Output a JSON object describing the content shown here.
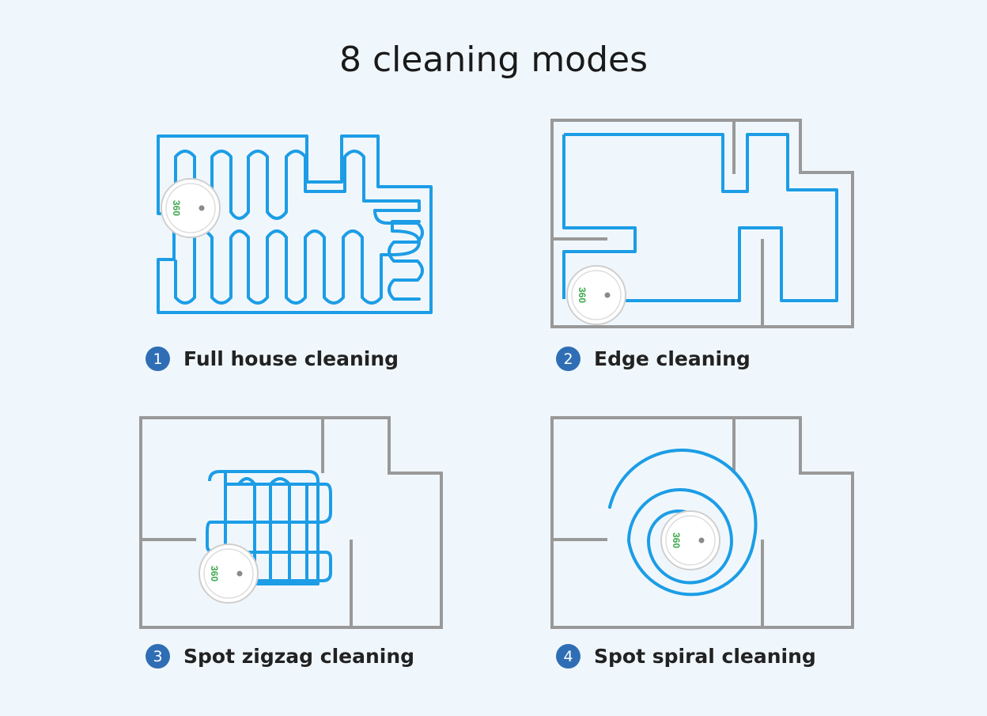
{
  "title": "8 cleaning modes",
  "robot_logo_text": "360",
  "colors": {
    "path": "#1c9de6",
    "wall": "#999999",
    "badge": "#2f6eb5",
    "logo": "#3aa84a",
    "background": "#f0f7fc"
  },
  "modes": [
    {
      "number": "1",
      "label": "Full house cleaning"
    },
    {
      "number": "2",
      "label": "Edge cleaning"
    },
    {
      "number": "3",
      "label": "Spot zigzag cleaning"
    },
    {
      "number": "4",
      "label": "Spot spiral cleaning"
    }
  ]
}
